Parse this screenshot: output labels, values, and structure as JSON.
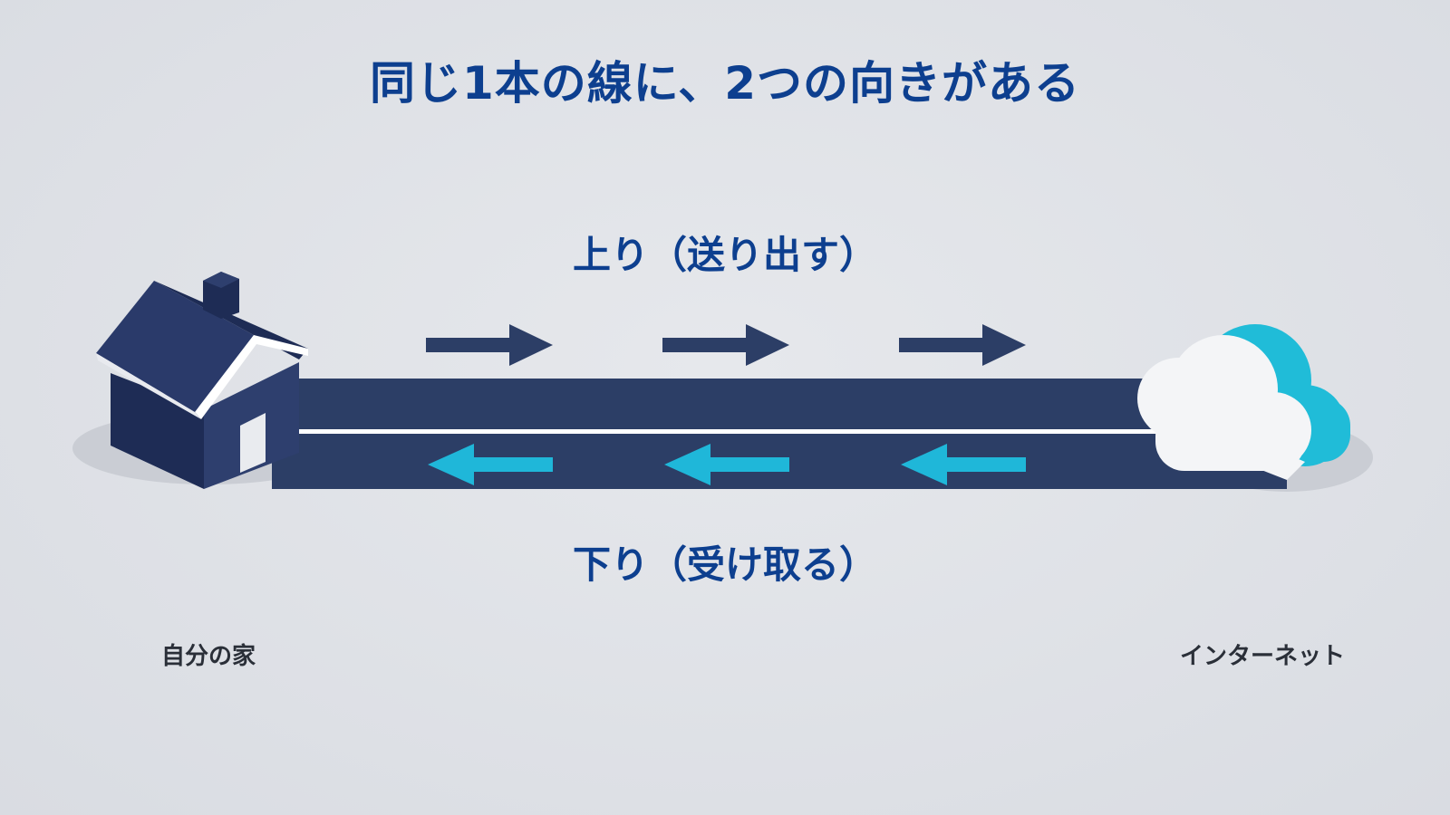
{
  "title": "同じ1本の線に、2つの向きがある",
  "upstream": {
    "label": "上り（送り出す）",
    "color": "#2c3e66"
  },
  "downstream": {
    "label": "下り（受け取る）",
    "color": "#1fb7d9"
  },
  "home": {
    "label": "自分の家",
    "icon": "house-icon"
  },
  "internet": {
    "label": "インターネット",
    "icon": "cloud-icon"
  },
  "colors": {
    "title": "#0d3f8f",
    "cable": "#2c3e66",
    "cloud_accent": "#20bcd8"
  }
}
